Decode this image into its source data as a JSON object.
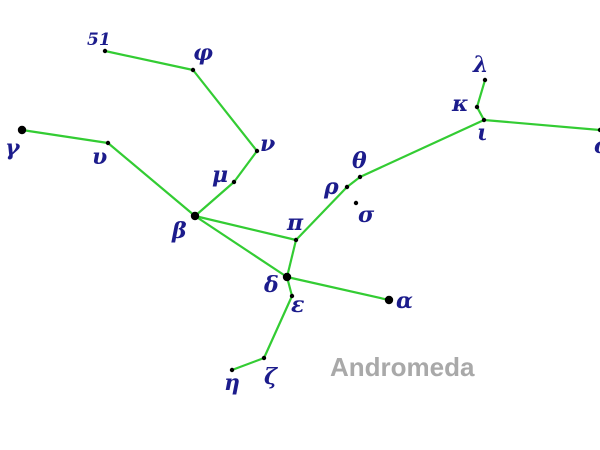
{
  "title": "Andromeda",
  "colors": {
    "line": "#33cc33",
    "star": "#000000",
    "label": "#1c1c8c",
    "title": "#a9a9a9",
    "background": "#ffffff"
  },
  "stars": [
    {
      "id": "s51",
      "label": "51"
    },
    {
      "id": "phi",
      "label": "φ"
    },
    {
      "id": "nu",
      "label": "ν"
    },
    {
      "id": "mu",
      "label": "μ"
    },
    {
      "id": "gamma",
      "label": "γ"
    },
    {
      "id": "upsilon",
      "label": "υ"
    },
    {
      "id": "beta",
      "label": "β"
    },
    {
      "id": "pi",
      "label": "π"
    },
    {
      "id": "rho",
      "label": "ρ"
    },
    {
      "id": "theta",
      "label": "θ"
    },
    {
      "id": "sigma",
      "label": "σ"
    },
    {
      "id": "delta",
      "label": "δ"
    },
    {
      "id": "epsilon",
      "label": "ε"
    },
    {
      "id": "alpha",
      "label": "α"
    },
    {
      "id": "zeta",
      "label": "ζ"
    },
    {
      "id": "eta",
      "label": "η"
    },
    {
      "id": "lambda",
      "label": "λ"
    },
    {
      "id": "kappa",
      "label": "κ"
    },
    {
      "id": "iota",
      "label": "ι"
    },
    {
      "id": "omicron",
      "label": "ο"
    }
  ],
  "connections": [
    [
      "s51",
      "phi"
    ],
    [
      "phi",
      "nu"
    ],
    [
      "nu",
      "mu"
    ],
    [
      "mu",
      "beta"
    ],
    [
      "gamma",
      "upsilon"
    ],
    [
      "upsilon",
      "beta"
    ],
    [
      "beta",
      "pi"
    ],
    [
      "beta",
      "delta"
    ],
    [
      "pi",
      "delta"
    ],
    [
      "pi",
      "rho"
    ],
    [
      "rho",
      "theta"
    ],
    [
      "theta",
      "iota"
    ],
    [
      "iota",
      "kappa"
    ],
    [
      "kappa",
      "lambda"
    ],
    [
      "iota",
      "omicron"
    ],
    [
      "delta",
      "alpha"
    ],
    [
      "delta",
      "epsilon"
    ],
    [
      "epsilon",
      "zeta"
    ],
    [
      "zeta",
      "eta"
    ]
  ]
}
